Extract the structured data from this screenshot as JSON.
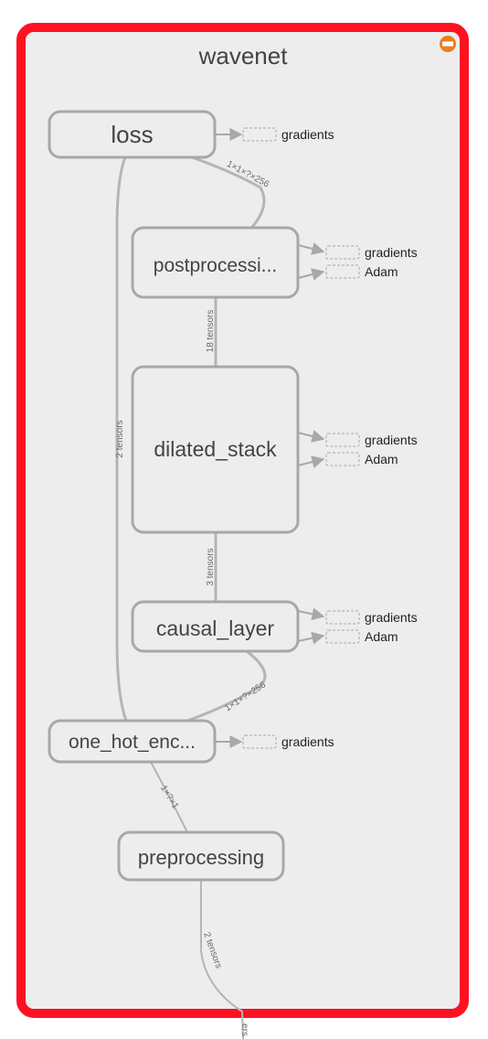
{
  "title": "wavenet",
  "colors": {
    "frame": "#ff1121",
    "panel": "#ededed",
    "node_fill": "#ededed",
    "node_stroke": "#a8a8a8",
    "edge": "#b5b5b5",
    "collapse_icon": "#e8801f"
  },
  "icons": {
    "collapse": "minus-circle-icon"
  },
  "nodes": {
    "loss": {
      "label": "loss"
    },
    "postprocessing": {
      "label": "postprocessi..."
    },
    "dilated_stack": {
      "label": "dilated_stack"
    },
    "causal_layer": {
      "label": "causal_layer"
    },
    "one_hot_encoding": {
      "label": "one_hot_enc..."
    },
    "preprocessing": {
      "label": "preprocessing"
    }
  },
  "aux": {
    "loss": [
      "gradients"
    ],
    "postprocessing": [
      "gradients",
      "Adam"
    ],
    "dilated_stack": [
      "gradients",
      "Adam"
    ],
    "causal_layer": [
      "gradients",
      "Adam"
    ],
    "one_hot_encoding": [
      "gradients"
    ]
  },
  "edge_labels": {
    "loss_post": "1×1×?×256",
    "post_dilated": "18 tensors",
    "dilated_causal": "3 tensors",
    "causal_onehot": "1×1×?×256",
    "onehot_loss": "2 tensors",
    "onehot_pre": "1×?×1",
    "pre_out": "2 tensors",
    "out_clipped": "ers"
  }
}
